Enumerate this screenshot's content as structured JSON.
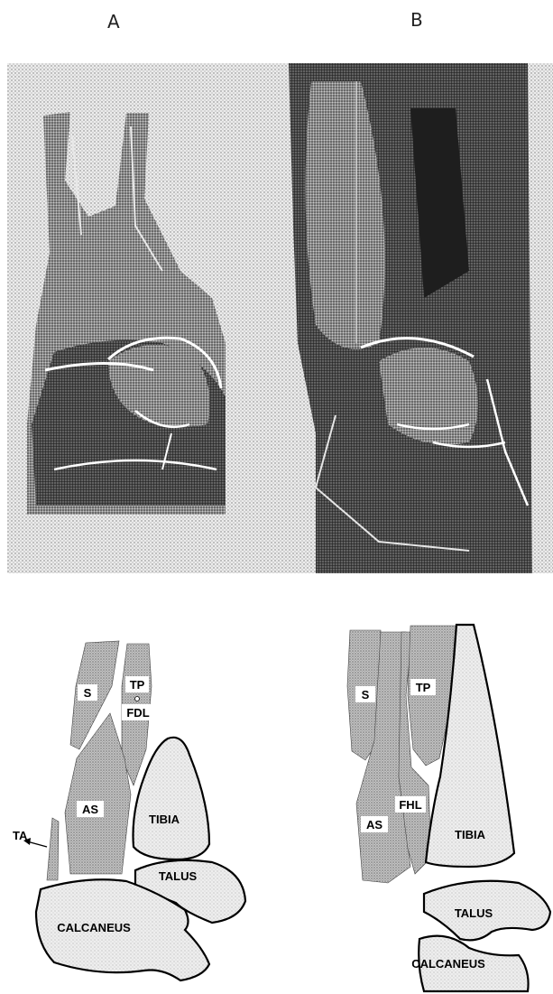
{
  "panels": {
    "a": {
      "letter": "A"
    },
    "b": {
      "letter": "B"
    }
  },
  "diagram_a": {
    "labels": {
      "s": "S",
      "tp": "TP",
      "fdl": "FDL",
      "as": "AS",
      "tibia": "TIBIA",
      "ta": "TA",
      "talus": "TALUS",
      "calcaneus": "CALCANEUS"
    }
  },
  "diagram_b": {
    "labels": {
      "s": "S",
      "tp": "TP",
      "fhl": "FHL",
      "as": "AS",
      "tibia": "TIBIA",
      "talus": "TALUS",
      "calcaneus": "CALCANEUS"
    }
  },
  "colors": {
    "stipple_light": "#d9d9d9",
    "stipple_dark": "#3a3a3a",
    "bone_fill": "#e0e0e0",
    "outline": "#000000"
  }
}
